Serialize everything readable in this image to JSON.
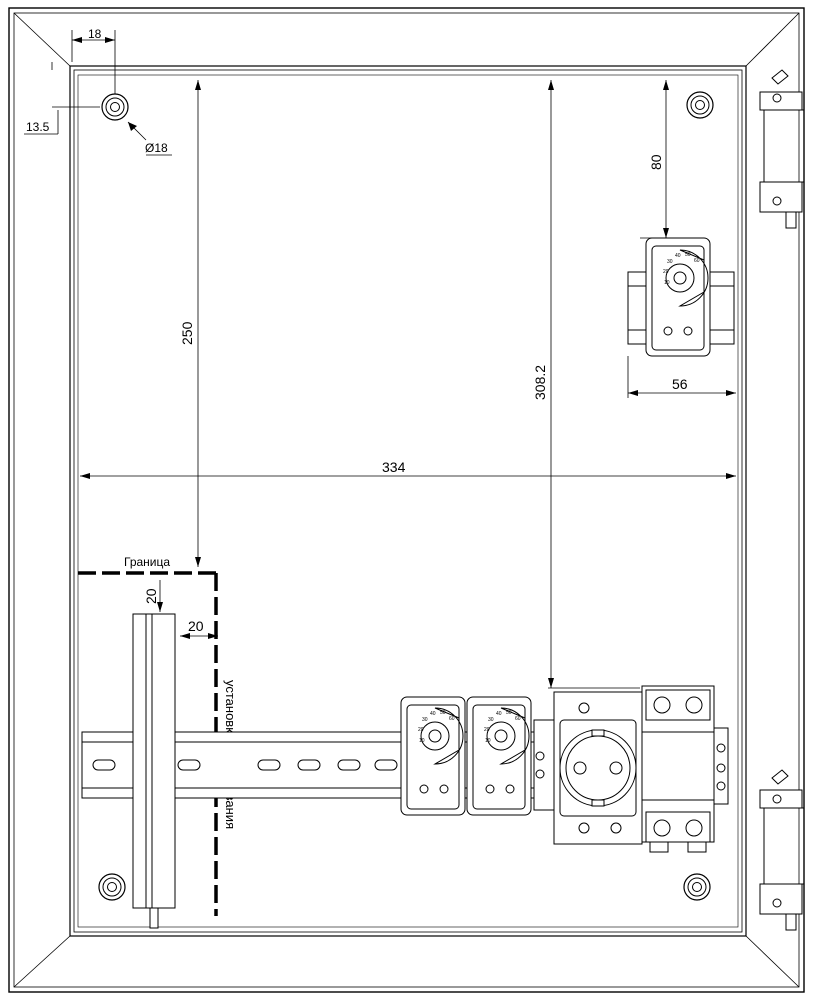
{
  "dimensions": {
    "offset_x": "18",
    "offset_y": "13.5",
    "hole_diameter": "Ø18",
    "vertical_250": "250",
    "vertical_308": "308.2",
    "vertical_80": "80",
    "width_334": "334",
    "width_56": "56",
    "rail_gap_top": "20",
    "rail_gap_side": "20"
  },
  "labels": {
    "boundary_title": "Граница",
    "boundary_caption": "установки оборудования"
  },
  "thermostat_scale": [
    "10",
    "20",
    "30",
    "40",
    "50",
    "60"
  ]
}
